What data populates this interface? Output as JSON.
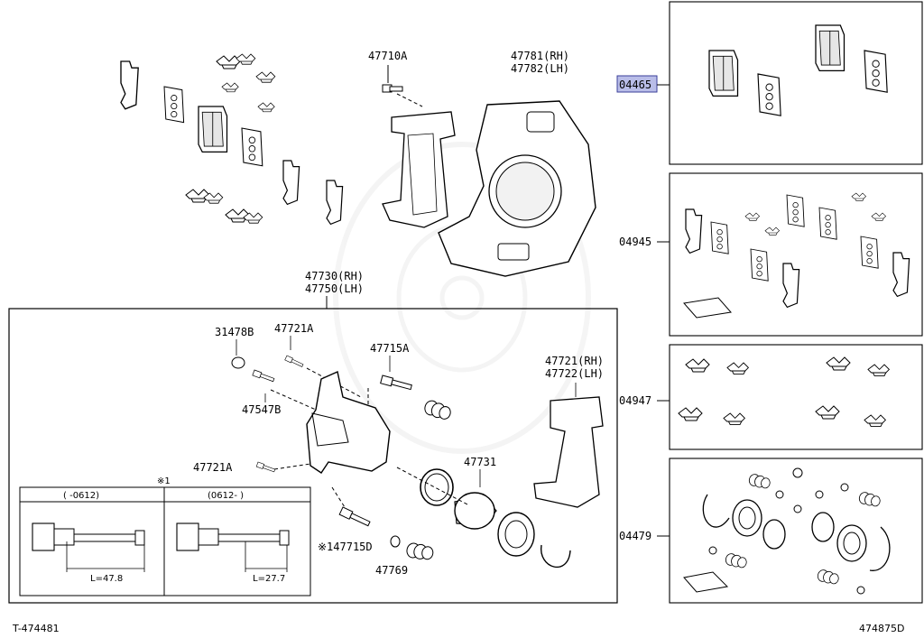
{
  "labels": {
    "p47710A": "47710A",
    "p47781": "47781(RH)",
    "p47782": "47782(LH)",
    "p47730": "47730(RH)",
    "p47750": "47750(LH)",
    "p31478B": "31478B",
    "p47721A_top": "47721A",
    "p47715A": "47715A",
    "p47721": "47721(RH)",
    "p47722": "47722(LH)",
    "p47547B": "47547B",
    "p47721A_bot": "47721A",
    "p47731": "47731",
    "p47715D": "※147715D",
    "p47769": "47769",
    "note_mark": "※1",
    "inset_left_header": "(   -0612)",
    "inset_right_header": "(0612-    )",
    "len_left": "L=47.8",
    "len_right": "L=27.7"
  },
  "kits": {
    "k04465": "04465",
    "k04945": "04945",
    "k04947": "04947",
    "k04479": "04479"
  },
  "footer": {
    "left": "T-474481",
    "right": "474875D"
  },
  "colors": {
    "highlight_fill": "#b9bde8",
    "line": "#000000",
    "watermark": "#ececec"
  }
}
